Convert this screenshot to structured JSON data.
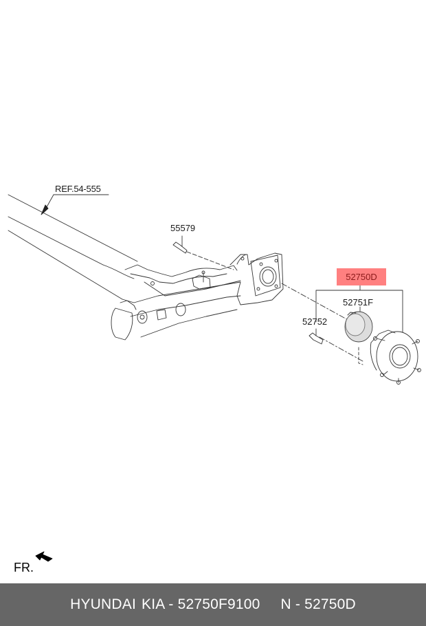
{
  "diagram": {
    "reference_label": "REF.54-555",
    "parts": [
      {
        "id": "bolt-55579",
        "label": "55579"
      },
      {
        "id": "hub-assembly",
        "label": "52750D",
        "highlighted": true
      },
      {
        "id": "bearing",
        "label": "52751F"
      },
      {
        "id": "hub-bolt",
        "label": "52752"
      }
    ],
    "direction_label": "FR.",
    "highlight_color": "#ff8080",
    "highlight_text_color": "#8b1a1a"
  },
  "footer": {
    "brand": "HYUNDAI",
    "brand2": "KIA - 52750F9100",
    "oem": "N - 52750D",
    "background": "#666666"
  }
}
